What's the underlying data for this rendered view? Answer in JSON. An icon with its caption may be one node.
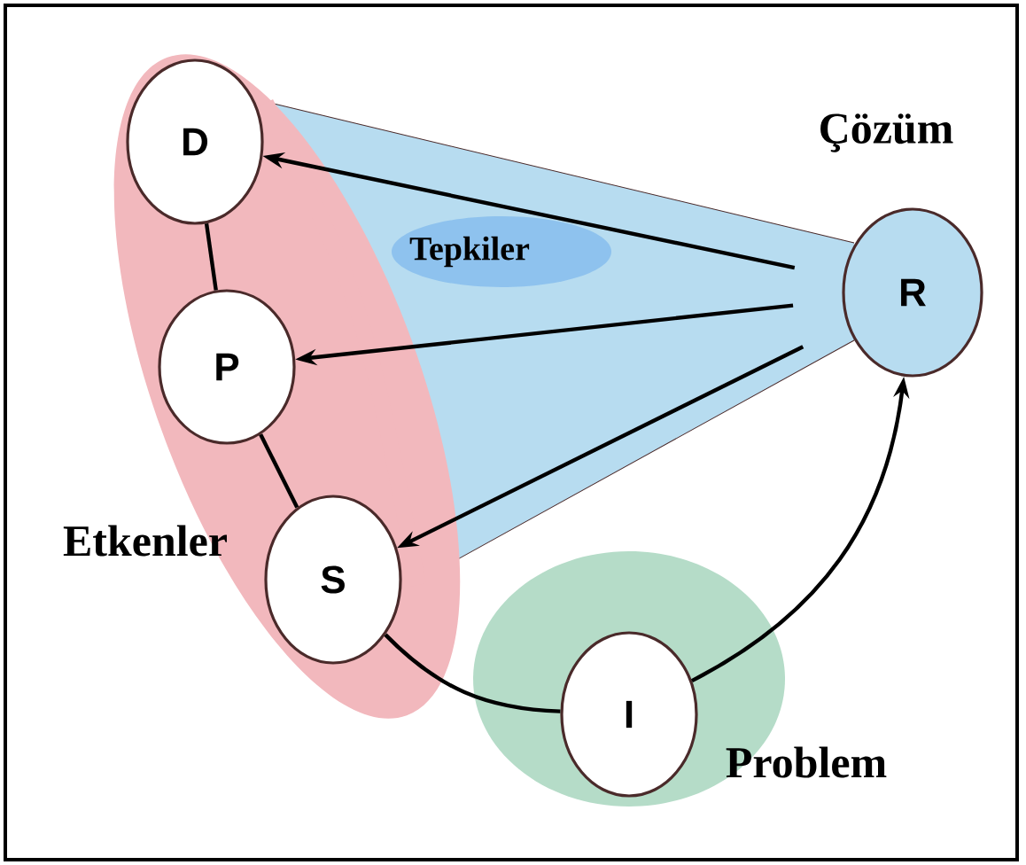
{
  "diagram": {
    "nodes": [
      {
        "text": [
          "Etkenler"
        ]
      },
      {
        "text": [
          "Problem"
        ]
      },
      {
        "text": [
          "D"
        ],
        "in": 0
      },
      {
        "text": [
          "P"
        ],
        "in": 0
      },
      {
        "text": [
          "S"
        ],
        "in": 0
      },
      {
        "text": [
          "R"
        ],
        "beside": [
          "Çözüm"
        ]
      },
      {
        "text": [
          "I"
        ],
        "in": 1
      }
    ],
    "edges": [
      {
        "from": 5,
        "to": 2,
        "arrow": "to"
      },
      {
        "from": 5,
        "to": 3,
        "arrow": "to"
      },
      {
        "from": 5,
        "to": 4,
        "arrow": "to"
      },
      {
        "from": 2,
        "to": 3,
        "arrow": "none"
      },
      {
        "from": 3,
        "to": 4,
        "arrow": "none"
      },
      {
        "from": 4,
        "to": 6,
        "arrow": "none"
      },
      {
        "from": 6,
        "to": 5,
        "arrow": "to"
      }
    ],
    "labels": [
      "Tepkiler"
    ]
  }
}
